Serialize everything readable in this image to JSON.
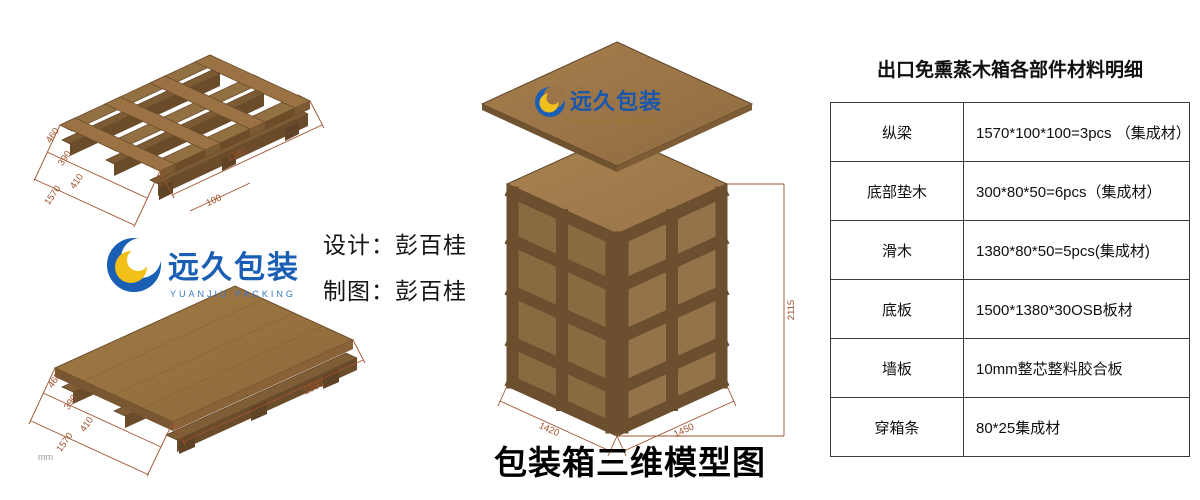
{
  "page": {
    "caption": "包装箱三维模型图",
    "unit_note": "mm"
  },
  "logo": {
    "cn": "远久包装",
    "en": "YUANJIU PACKING"
  },
  "credits": {
    "design": "设计：彭百桂",
    "draft": "制图：彭百桂"
  },
  "materials_table": {
    "title": "出口免熏蒸木箱各部件材料明细",
    "rows": [
      {
        "part": "纵梁",
        "spec": "1570*100*100=3pcs （集成材）"
      },
      {
        "part": "底部垫木",
        "spec": "300*80*50=6pcs（集成材）"
      },
      {
        "part": "滑木",
        "spec": "1380*80*50=5pcs(集成材)"
      },
      {
        "part": "底板",
        "spec": "1500*1380*30OSB板材"
      },
      {
        "part": "墙板",
        "spec": "10mm整芯整料胶合板"
      },
      {
        "part": "穿箱条",
        "spec": "80*25集成材"
      }
    ]
  },
  "dimensions": {
    "pallet_frame": {
      "left": [
        "460",
        "390",
        "410",
        "1570"
      ],
      "right": [
        "1380",
        "100"
      ]
    },
    "pallet_deck": {
      "left": [
        "460",
        "390",
        "410",
        "1570"
      ],
      "right": [
        "1390"
      ]
    },
    "crate": {
      "height": "2115",
      "bottom_right": "1450",
      "bottom_left": "1420"
    }
  },
  "colors": {
    "wood": "#95734a",
    "wood_dark": "#6b4f2e",
    "dimension": "#a0522d",
    "logo_blue": "#1b5fb5",
    "logo_yellow": "#f2c016"
  }
}
